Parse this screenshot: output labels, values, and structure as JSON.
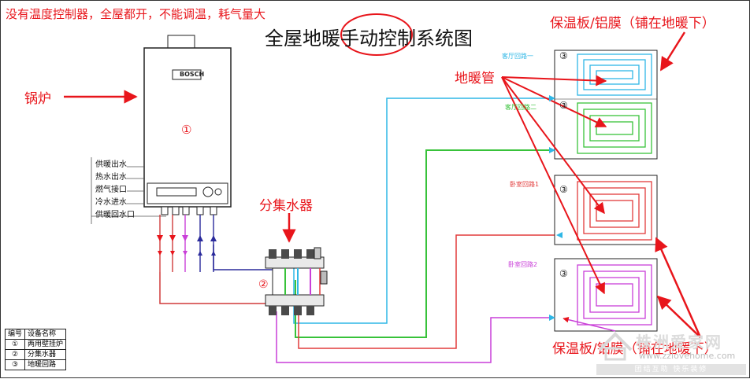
{
  "title": "全屋地暖手动控制系统图",
  "notes": {
    "top": "没有温度控制器，全屋都开，不能调温，耗气量大",
    "boiler": "锅炉",
    "manifold": "分集水器",
    "floor_pipe": "地暖管",
    "insulation_top": "保温板/铝膜（铺在地暖下）",
    "insulation_bottom": "保温板/铝膜（铺在地暖下）"
  },
  "boiler": {
    "brand": "BOSCH",
    "number": "①",
    "ports": [
      "供暖出水",
      "热水出水",
      "燃气接口",
      "冷水进水",
      "供暖回水口"
    ]
  },
  "manifold": {
    "number": "②"
  },
  "loops": [
    {
      "number": "③",
      "name": "客厅回路一",
      "color": "#2fb7e6"
    },
    {
      "number": "③",
      "name": "客厅回路二",
      "color": "#38c23a"
    },
    {
      "number": "③",
      "name": "卧室回路1",
      "color": "#e23b3b"
    },
    {
      "number": "③",
      "name": "卧室回路2",
      "color": "#c93fd8"
    }
  ],
  "legend": {
    "headers": [
      "编号",
      "设备名称"
    ],
    "rows": [
      [
        "①",
        "两用壁挂炉"
      ],
      [
        "②",
        "分集水器"
      ],
      [
        "③",
        "地暖回路"
      ]
    ]
  },
  "watermark": {
    "name": "株洲爱家网",
    "url": "www.zzlovehome.com",
    "slogan": "团结互助 快乐装修"
  },
  "colors": {
    "annotation": "#e8151b",
    "loop_blue": "#2fb7e6",
    "loop_green": "#38c23a",
    "loop_red": "#e23b3b",
    "loop_purple": "#c93fd8",
    "supply_pipe": "#2b2b9c",
    "return_pipe": "#d03a3a"
  }
}
